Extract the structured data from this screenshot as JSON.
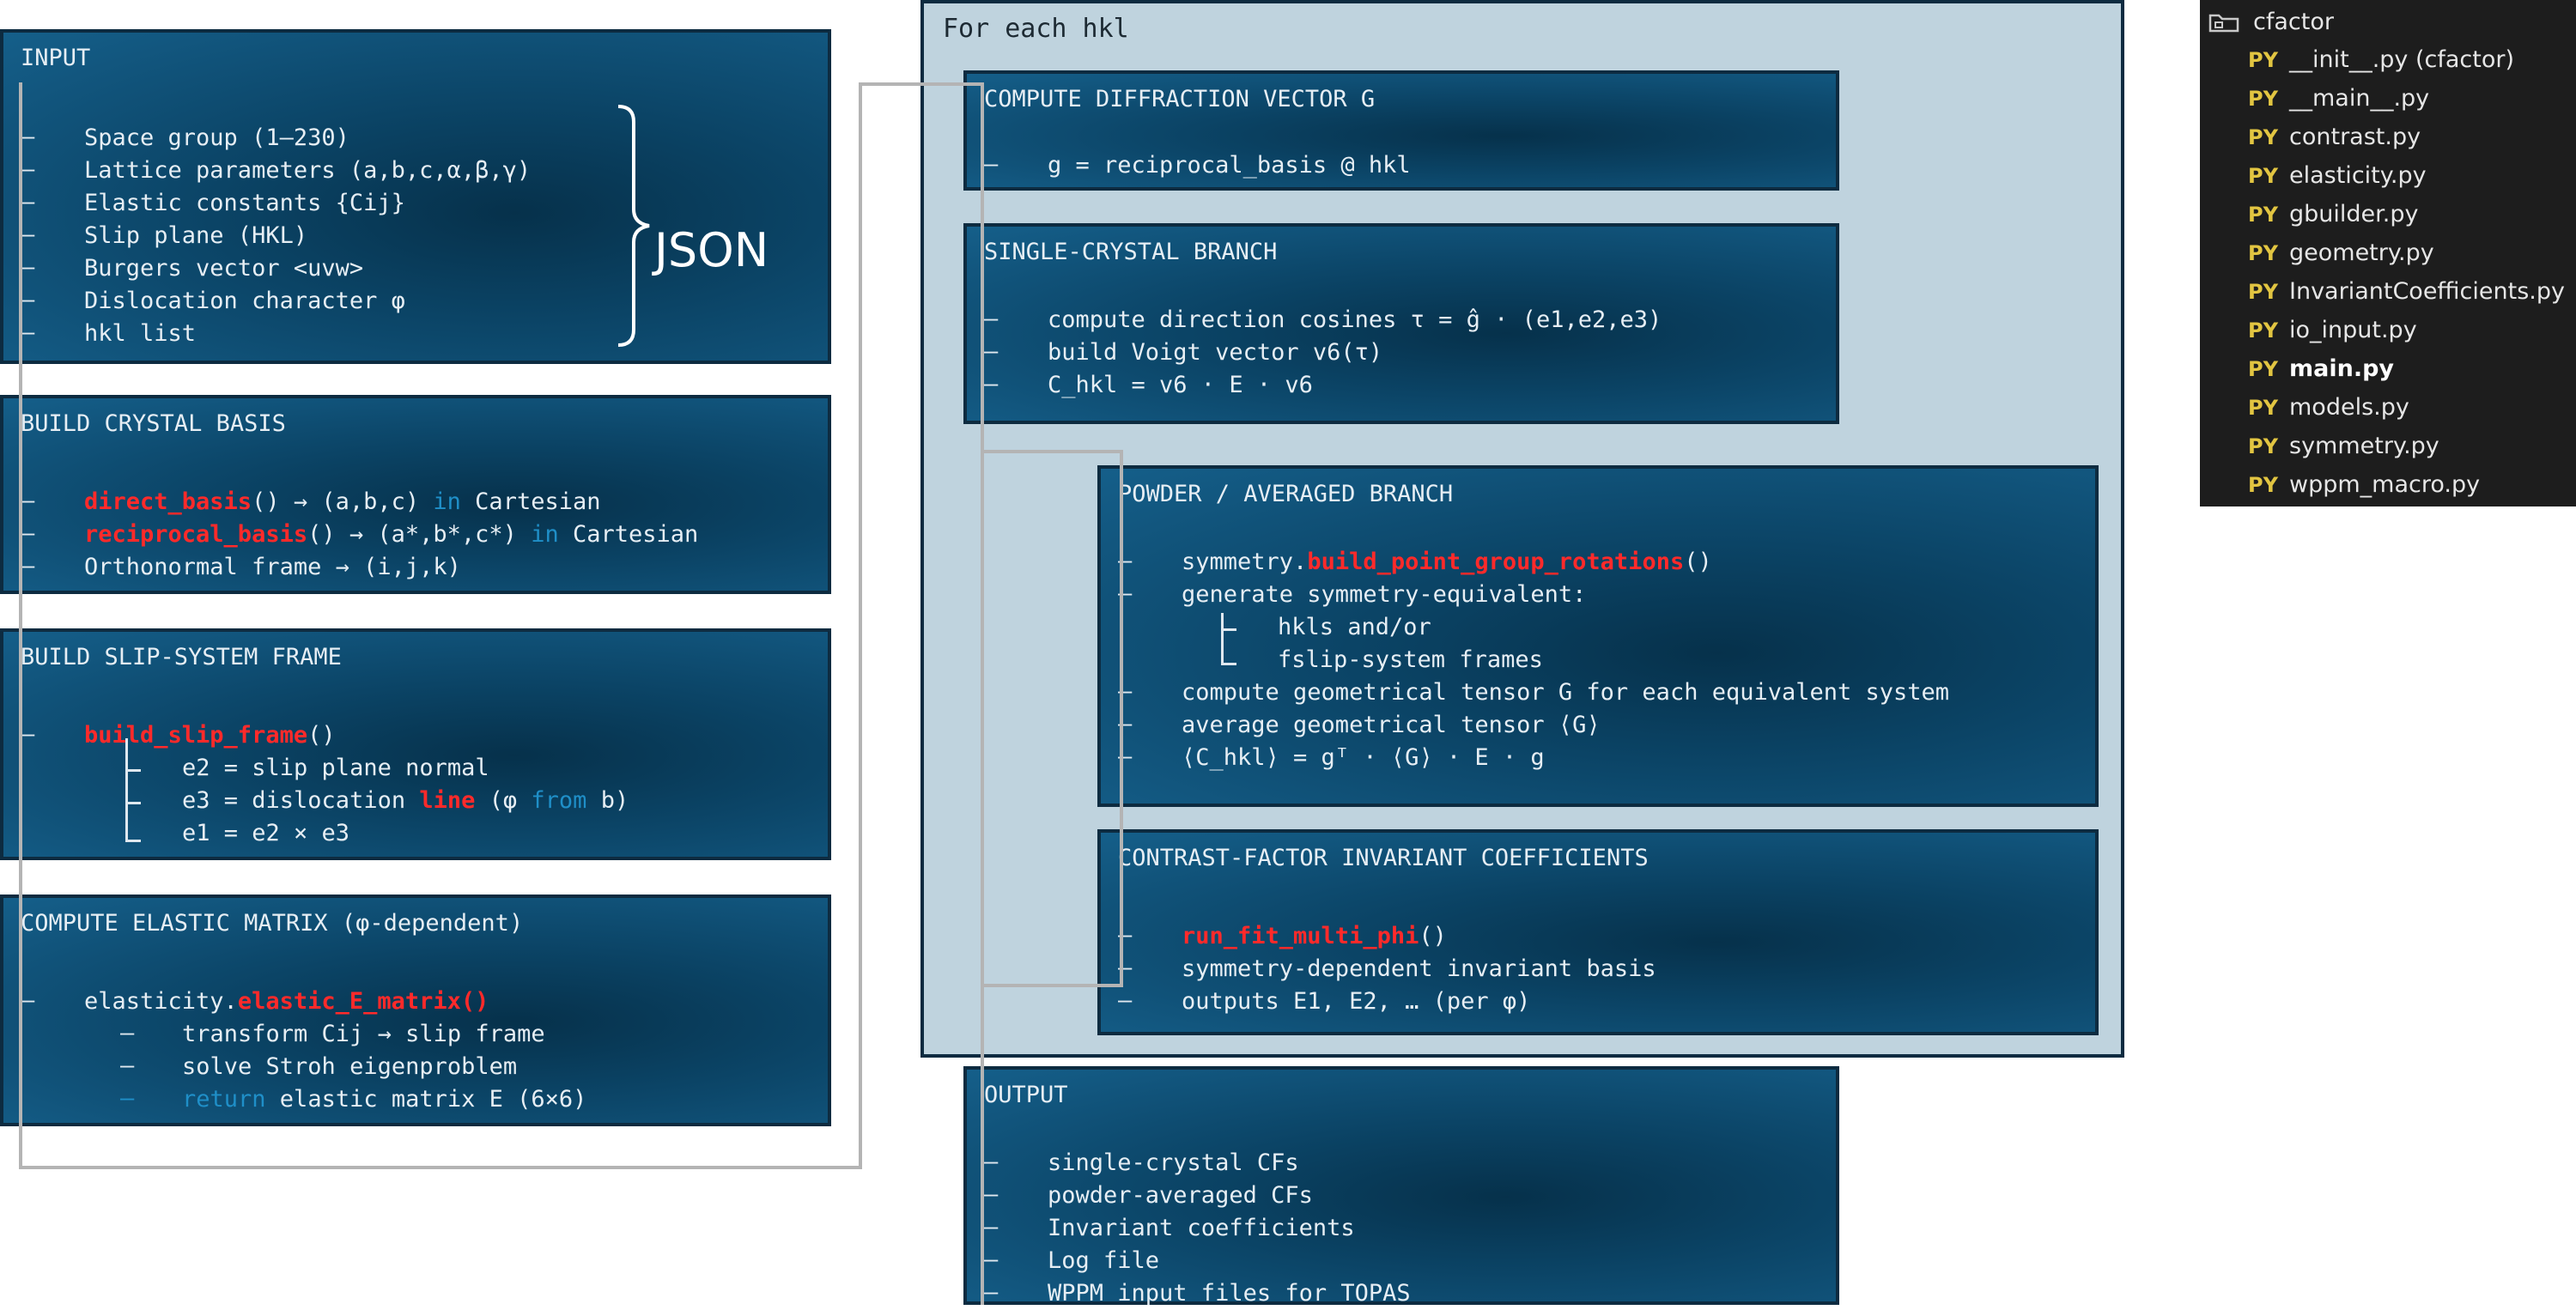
{
  "outer": {
    "title": "For each hkl"
  },
  "input": {
    "title": "INPUT",
    "items": [
      "Space group (1–230)",
      "Lattice parameters (a,b,c,α,β,γ)",
      "Elastic constants {Cij}",
      "Slip plane (HKL)",
      "Burgers vector <uvw>",
      "Dislocation character φ",
      "hkl list"
    ],
    "brace_label": "JSON"
  },
  "crystal_basis": {
    "title": "BUILD CRYSTAL BASIS",
    "line1": {
      "fn": "direct_basis",
      "rest": "() → (a,b,c) ",
      "kw": "in",
      "tail": " Cartesian"
    },
    "line2": {
      "fn": "reciprocal_basis",
      "rest": "() → (a*,b*,c*) ",
      "kw": "in",
      "tail": " Cartesian"
    },
    "line3": "Orthonormal frame → (i,j,k)"
  },
  "slip_frame": {
    "title": "BUILD SLIP-SYSTEM FRAME",
    "fn": "build_slip_frame",
    "fn_suffix": "()",
    "e2": "e2 = slip plane normal",
    "e3_a": "e3 = dislocation ",
    "e3_hl": "line",
    "e3_b": " (φ ",
    "e3_kw": "from",
    "e3_c": " b)",
    "e1": "e1 = e2 × e3"
  },
  "elastic": {
    "title": "COMPUTE ELASTIC MATRIX (φ-dependent)",
    "prefix": "elasticity.",
    "fn": "elastic_E_matrix()",
    "sub1": "transform Cij → slip frame",
    "sub2": "solve Stroh eigenproblem",
    "ret_kw": "return",
    "ret_rest": " elastic matrix E (6×6)"
  },
  "diffraction": {
    "title": "COMPUTE DIFFRACTION VECTOR G",
    "line1": "g = reciprocal_basis @ hkl"
  },
  "single_crystal": {
    "title": "SINGLE-CRYSTAL BRANCH",
    "line1": "compute direction cosines τ = ĝ · (e1,e2,e3)",
    "line2": "build Voigt vector v6(τ)",
    "line3": "C_hkl = v6 · E · v6"
  },
  "powder": {
    "title": "POWDER / AVERAGED BRANCH",
    "l1_prefix": "symmetry.",
    "l1_fn": "build_point_group_rotations",
    "l1_suffix": "()",
    "l2": "generate symmetry-equivalent:",
    "l2a": "hkls and/or",
    "l2b": "fslip-system frames",
    "l3": "compute geometrical tensor G for each equivalent system",
    "l4": "average geometrical tensor ⟨G⟩",
    "l5": "⟨C_hkl⟩ = gᵀ · ⟨G⟩ · E · g"
  },
  "invariant": {
    "title": "CONTRAST-FACTOR INVARIANT COEFFICIENTS",
    "fn": "run_fit_multi_phi",
    "fn_suffix": "()",
    "l2": "symmetry-dependent invariant basis",
    "l3": "outputs E1, E2, … (per φ)"
  },
  "output": {
    "title": "OUTPUT",
    "items": [
      "single-crystal CFs",
      "powder-averaged CFs",
      "Invariant coefficients",
      "Log file",
      "WPPM input files for TOPAS"
    ]
  },
  "file_tree": {
    "folder": "cfactor",
    "badge": "PY",
    "files": [
      "__init__.py (cfactor)",
      "__main__.py",
      "contrast.py",
      "elasticity.py",
      "gbuilder.py",
      "geometry.py",
      "InvariantCoefficients.py",
      "io_input.py",
      "main.py",
      "models.py",
      "symmetry.py",
      "wppm_macro.py"
    ],
    "bold_file": "main.py"
  },
  "colors": {
    "box_dark": "#06314b",
    "box_light": "#155f8a",
    "highlight_red": "#ff2a2a",
    "keyword_blue": "#1f8fc8",
    "outer_bg": "#bfd3de",
    "connector_gray": "#b4b4b4",
    "python_badge": "#e2c541"
  }
}
